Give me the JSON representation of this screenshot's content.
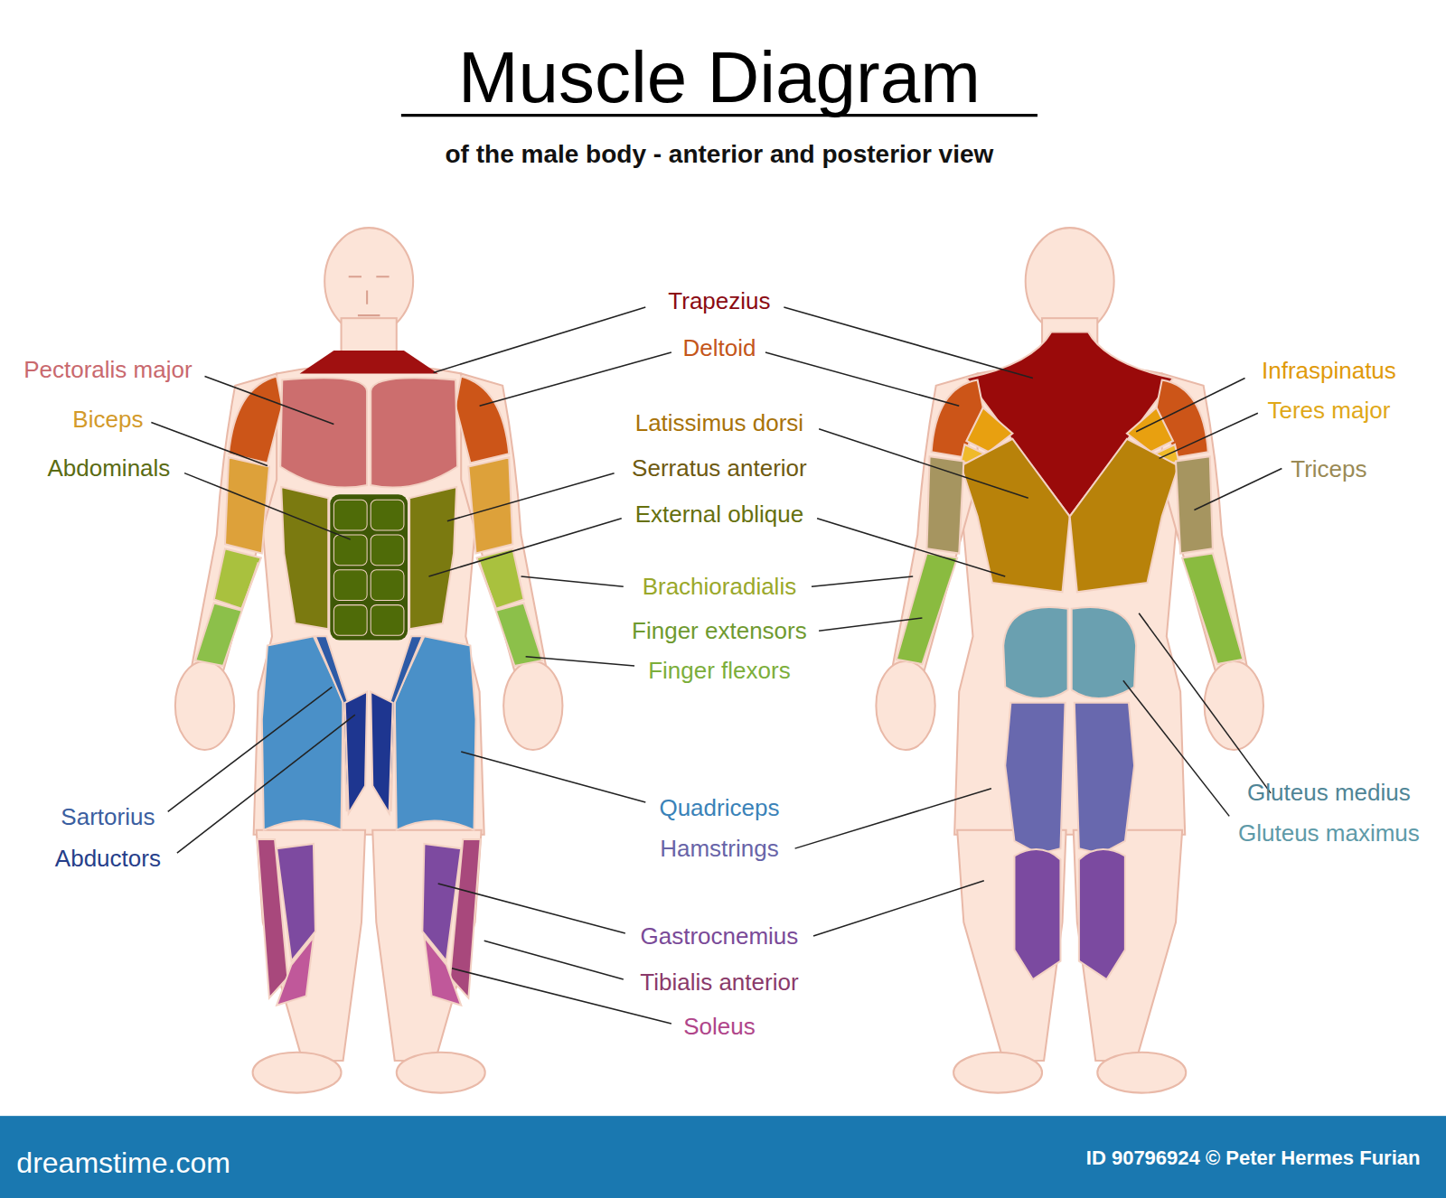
{
  "diagram": {
    "title": "Muscle Diagram",
    "labels": [
      "of the male body - anterior and posterior view",
      "Trapezius",
      "Deltoid",
      "Pectoralis major",
      "Biceps",
      "Abdominals",
      "Latissimus dorsi",
      "Serratus anterior",
      "External oblique",
      "Brachioradialis",
      "Finger extensors",
      "Finger flexors",
      "Infraspinatus",
      "Teres major",
      "Triceps",
      "Quadriceps",
      "Hamstrings",
      "Sartorius",
      "Abductors",
      "Gluteus medius",
      "Gluteus maximus",
      "Gastrocnemius",
      "Tibialis anterior",
      "Soleus",
      "dreamstime.com",
      "ID 90796924 © Peter Hermes Furian"
    ]
  }
}
